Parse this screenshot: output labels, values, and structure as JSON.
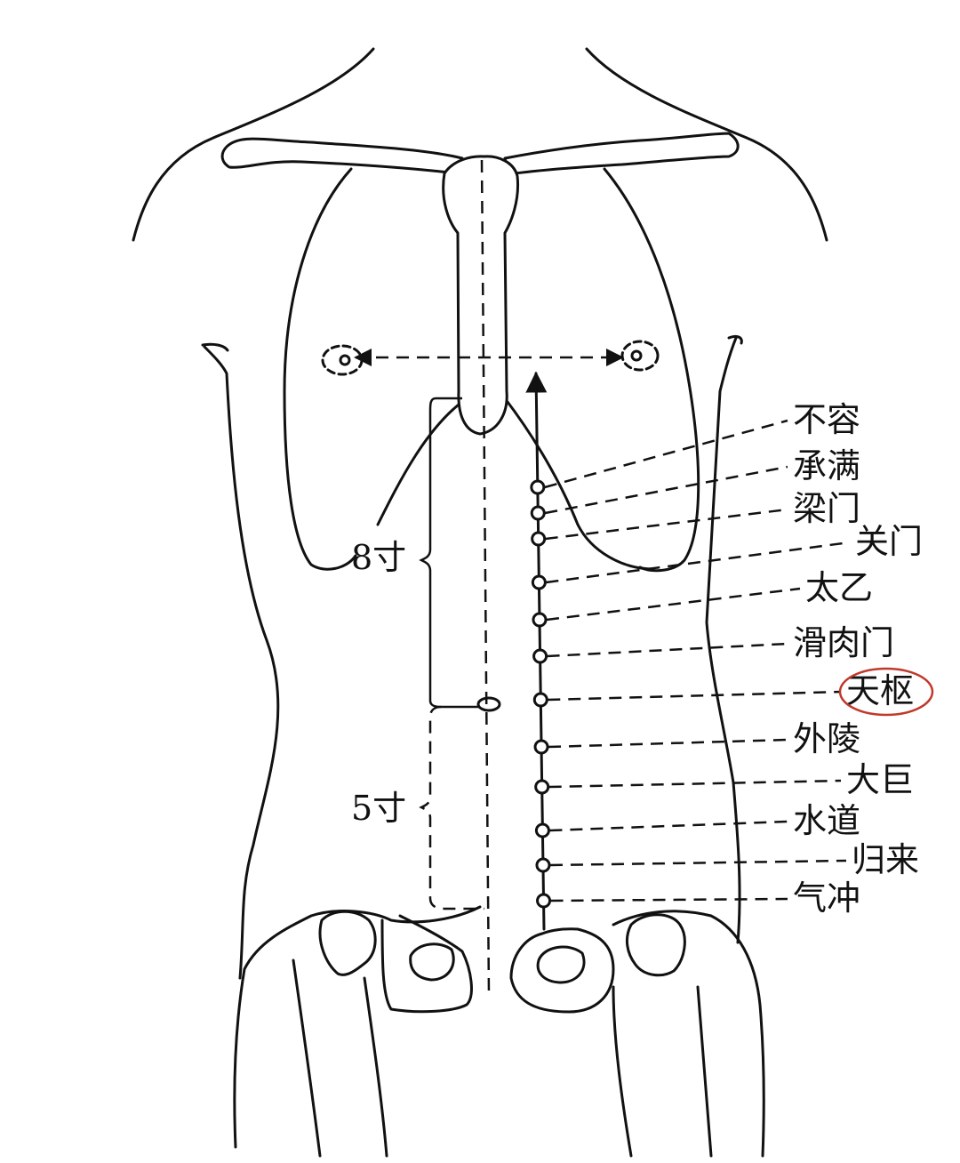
{
  "colors": {
    "line": "#111111",
    "highlight": "#c0392b",
    "background": "#ffffff"
  },
  "measurements": {
    "upper": "8寸",
    "lower": "5寸"
  },
  "points": [
    {
      "name": "不容",
      "highlighted": false
    },
    {
      "name": "承满",
      "highlighted": false
    },
    {
      "name": "梁门",
      "highlighted": false
    },
    {
      "name": "关门",
      "highlighted": false
    },
    {
      "name": "太乙",
      "highlighted": false
    },
    {
      "name": "滑肉门",
      "highlighted": false
    },
    {
      "name": "天枢",
      "highlighted": true
    },
    {
      "name": "外陵",
      "highlighted": false
    },
    {
      "name": "大巨",
      "highlighted": false
    },
    {
      "name": "水道",
      "highlighted": false
    },
    {
      "name": "归来",
      "highlighted": false
    },
    {
      "name": "气冲",
      "highlighted": false
    }
  ]
}
